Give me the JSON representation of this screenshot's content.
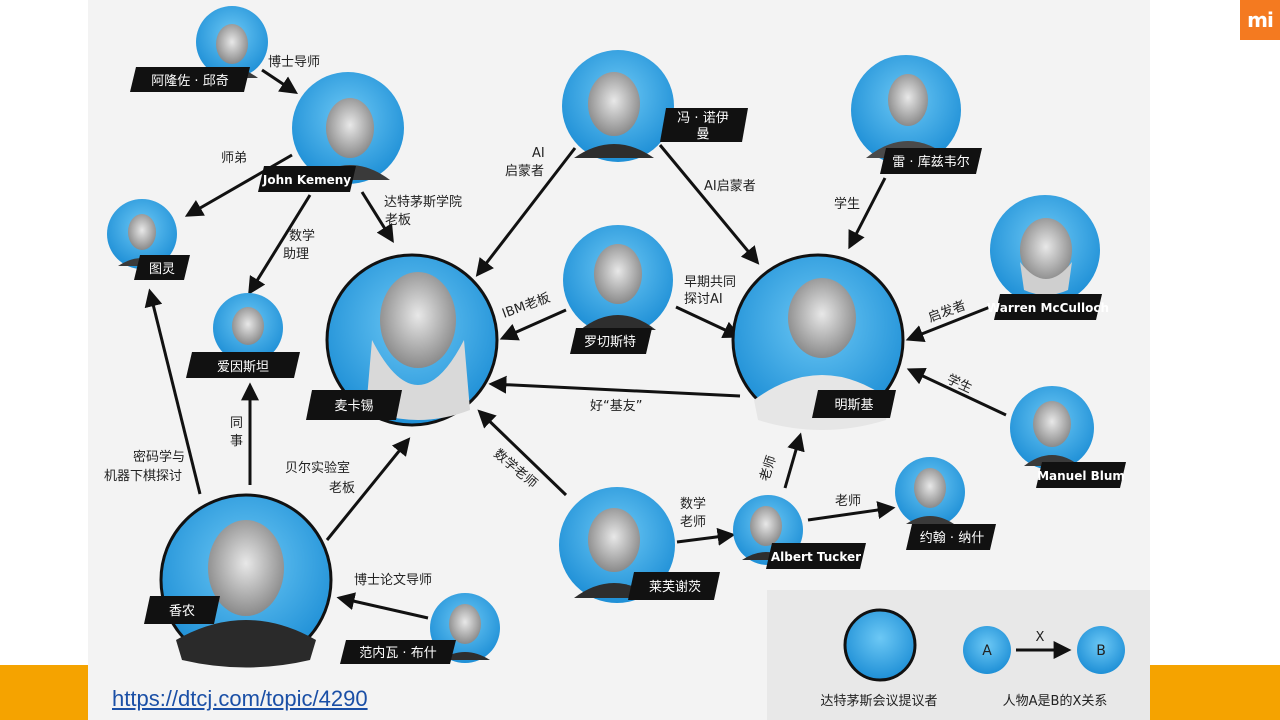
{
  "brand": {
    "logo_text": "mi",
    "accent": "#f47a20",
    "bar_color": "#f5a300"
  },
  "url": "https://dtcj.com/topic/4290",
  "nodes": {
    "church": "阿隆佐 · 邱奇",
    "kemeny": "John Kemeny",
    "turing": "图灵",
    "einstein": "爱因斯坦",
    "mccarthy": "麦卡锡",
    "neumann_1": "冯 · 诺伊",
    "neumann_2": "曼",
    "rochester": "罗切斯特",
    "kurzweil": "雷 · 库兹韦尔",
    "mcculloch": "Warren McCulloch",
    "minsky": "明斯基",
    "blum": "Manuel Blum",
    "shannon": "香农",
    "bush": "范内瓦 · 布什",
    "lefschetz": "莱芙谢茨",
    "tucker": "Albert Tucker",
    "nash": "约翰 · 纳什"
  },
  "edges": {
    "church_kemeny": "博士导师",
    "kemeny_turing": "师弟",
    "kemeny_einstein_1": "数学",
    "kemeny_einstein_2": "助理",
    "kemeny_mccarthy_1": "达特茅斯学院",
    "kemeny_mccarthy_2": "老板",
    "neumann_mccarthy_1": "AI",
    "neumann_mccarthy_2": "启蒙者",
    "neumann_minsky": "AI启蒙者",
    "rochester_mccarthy": "IBM老板",
    "rochester_minsky_1": "早期共同",
    "rochester_minsky_2": "探讨AI",
    "kurzweil_minsky": "学生",
    "mcculloch_minsky": "启发者",
    "blum_minsky": "学生",
    "minsky_mccarthy": "好“基友”",
    "shannon_turing_1": "密码学与",
    "shannon_turing_2": "机器下棋探讨",
    "shannon_einstein_1": "同",
    "shannon_einstein_2": "事",
    "shannon_mccarthy_1": "贝尔实验室",
    "shannon_mccarthy_2": "老板",
    "bush_shannon": "博士论文导师",
    "lefschetz_mccarthy": "数学老师",
    "lefschetz_tucker_1": "数学",
    "lefschetz_tucker_2": "老师",
    "tucker_minsky": "老师",
    "tucker_nash": "老师"
  },
  "legend": {
    "circle_caption": "达特茅斯会议提议者",
    "node_a": "A",
    "node_b": "B",
    "edge_x": "X",
    "relation_caption": "人物A是B的X关系"
  }
}
